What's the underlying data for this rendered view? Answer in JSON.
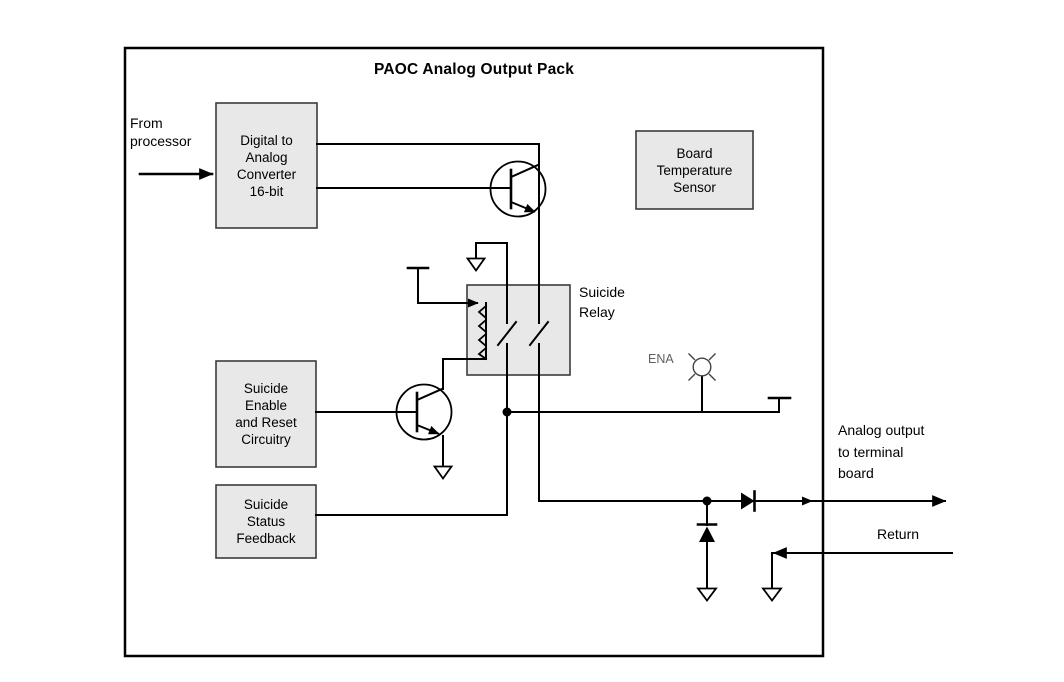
{
  "diagram": {
    "title": "PAOC Analog Output Pack",
    "labels": {
      "from_processor": "From\nprocessor",
      "suicide_relay": "Suicide\nRelay",
      "ena": "ENA",
      "analog_output": "Analog output\nto terminal\nboard",
      "return_line": "Return"
    },
    "blocks": {
      "dac": "Digital to\nAnalog\nConverter\n16-bit",
      "board_temp_sensor": "Board\nTemperature\nSensor",
      "suicide_enable": "Suicide\nEnable\nand Reset\nCircuitry",
      "suicide_status": "Suicide\nStatus\nFeedback"
    },
    "colors": {
      "block_fill": "#e8e8e8",
      "block_border": "#3c3c3c",
      "wire": "#000000",
      "ena_text": "#606060"
    },
    "symbols": {
      "npn_transistor_icon": "circle-with-bjt",
      "ground_icon": "▽",
      "diode_icon": "▶",
      "lamp_icon": "☀",
      "junction_dot": "●",
      "termination_icon": "T-bar"
    }
  }
}
